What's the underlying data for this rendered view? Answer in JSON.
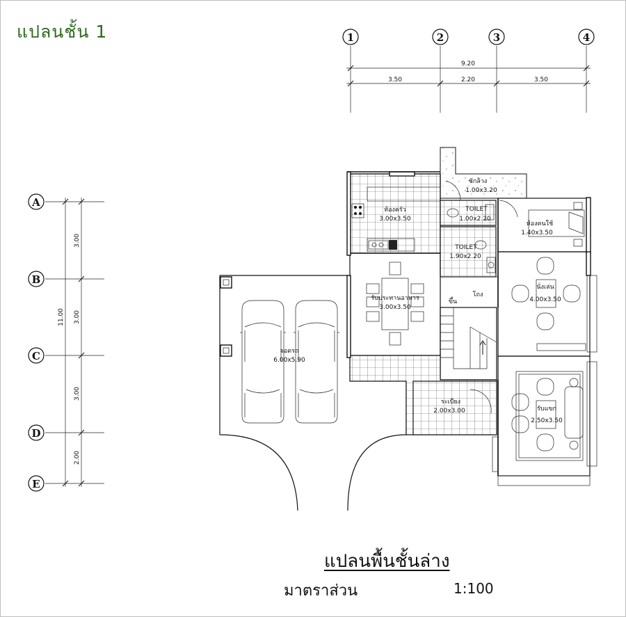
{
  "page": {
    "heading": "แปลนชั้น 1"
  },
  "grid": {
    "columns": [
      "1",
      "2",
      "3",
      "4"
    ],
    "rows": [
      "A",
      "B",
      "C",
      "D",
      "E"
    ],
    "top_total": "9.20",
    "top_spans": [
      "3.50",
      "2.20",
      "3.50"
    ],
    "left_total": "11.00",
    "left_spans": [
      "3.00",
      "3.00",
      "3.00",
      "2.00"
    ]
  },
  "rooms": {
    "laundry": {
      "name": "ซักล้าง",
      "size": "1.00x3.20"
    },
    "kitchen": {
      "name": "ห้องครัว",
      "size": "3.00x3.50"
    },
    "toilet1": {
      "name": "TOILET",
      "size": "1.00x2.20"
    },
    "toilet2": {
      "name": "TOILET",
      "size": "1.90x2.20"
    },
    "maid": {
      "name": "ห้องคนใช้",
      "size": "1.40x3.50"
    },
    "dining": {
      "name": "รับประทานอาหาร",
      "size": "3.00x3.50"
    },
    "hall": {
      "name": "โถง"
    },
    "stair_up": {
      "name": "ขึ้น"
    },
    "living": {
      "name": "นั่งเล่น",
      "size": "4.00x3.50"
    },
    "carport": {
      "name": "จอดรถ",
      "size": "6.00x5.90"
    },
    "terrace": {
      "name": "ระเบียง",
      "size": "2.00x3.00"
    },
    "guest": {
      "name": "รับแขก",
      "size": "2.50x3.50"
    }
  },
  "footer": {
    "title": "แปลนพื้นชั้นล่าง",
    "scale_label": "มาตราส่วน",
    "scale_value": "1:100"
  }
}
